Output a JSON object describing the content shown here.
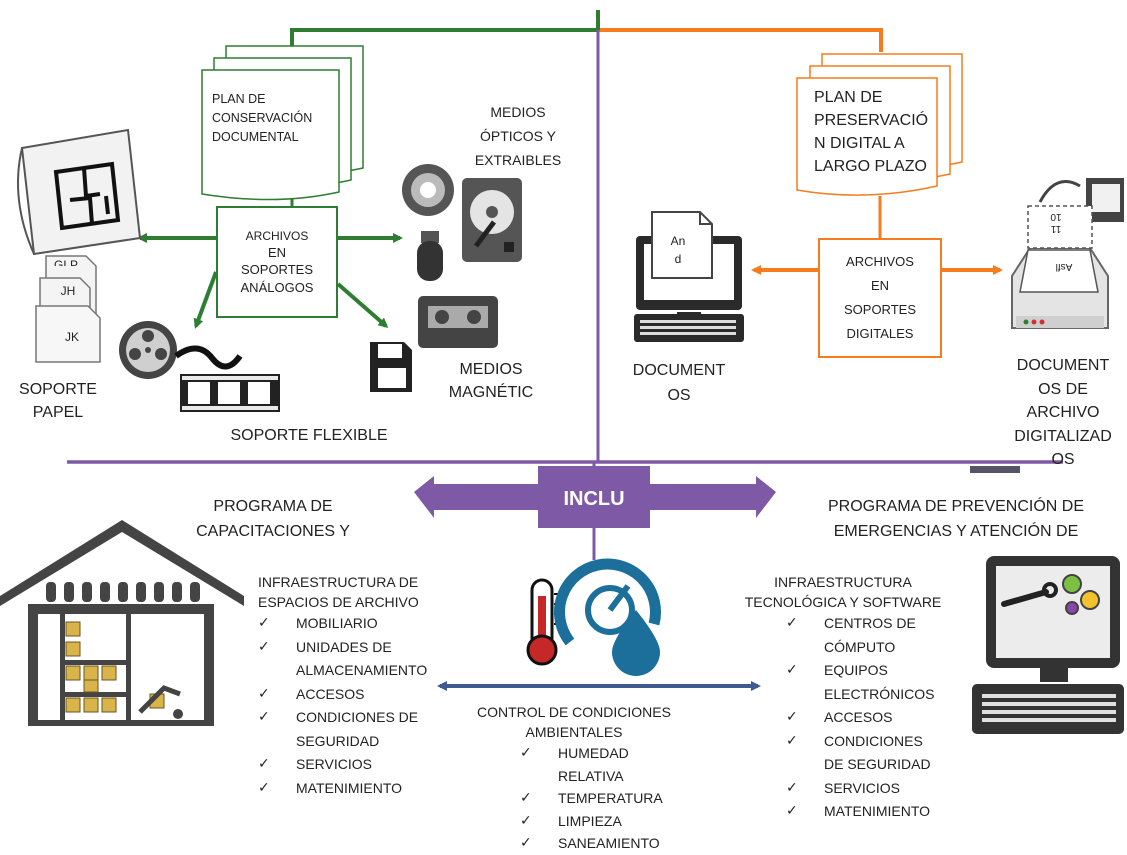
{
  "colors": {
    "green": "#2e7d32",
    "orange": "#f57c1f",
    "purple": "#7e5aa6",
    "navy_arrow": "#3e5a8e",
    "accent_blue": "#1b6f9a"
  },
  "top_left": {
    "plan_conservacion": [
      "PLAN DE",
      "CONSERVACIÓN",
      "DOCUMENTAL"
    ],
    "archivos_box": [
      "ARCHIVOS",
      "EN",
      "SOPORTES",
      "ANÁLOGOS"
    ],
    "medios_opticos": [
      "MEDIOS",
      "ÓPTICOS Y",
      "EXTRAIBLES"
    ],
    "medios_magneticos": [
      "MEDIOS",
      "MAGNÉTIC"
    ],
    "soporte_papel": [
      "SOPORTE",
      "PAPEL"
    ],
    "soporte_flexible": "SOPORTE FLEXIBLE",
    "papel_doc_labels": [
      "GLP",
      "JH",
      "JK"
    ]
  },
  "top_right": {
    "plan_preservacion": [
      "PLAN DE",
      "PRESERVACIÓ",
      "N DIGITAL A",
      "LARGO PLAZO"
    ],
    "archivos_box": [
      "ARCHIVOS",
      "EN",
      "SOPORTES",
      "DIGITALES"
    ],
    "documentos": [
      "DOCUMENT",
      "OS"
    ],
    "documentos_archivo": [
      "DOCUMENT",
      "OS DE",
      "ARCHIVO",
      "DIGITALIZAD",
      "OS"
    ],
    "monitor_doc_text": [
      "An",
      "d"
    ],
    "scanner_doc_text": [
      "11",
      "10"
    ],
    "scanner_page_text": "Asfl"
  },
  "center": {
    "banner": "INCLU"
  },
  "bottom_left": {
    "programa": [
      "PROGRAMA DE",
      "CAPACITACIONES Y"
    ],
    "infra_title": [
      "INFRAESTRUCTURA DE",
      "ESPACIOS DE ARCHIVO"
    ],
    "items": [
      "MOBILIARIO",
      "UNIDADES DE",
      "ALMACENAMIENTO",
      "ACCESOS",
      "CONDICIONES DE",
      "SEGURIDAD",
      "SERVICIOS",
      "MATENIMIENTO"
    ],
    "check_rows": [
      true,
      true,
      false,
      true,
      true,
      false,
      true,
      true
    ]
  },
  "bottom_center": {
    "title": [
      "CONTROL DE CONDICIONES",
      "AMBIENTALES"
    ],
    "items": [
      "HUMEDAD",
      "RELATIVA",
      "TEMPERATURA",
      "LIMPIEZA",
      "SANEAMIENTO"
    ],
    "check_rows": [
      true,
      false,
      true,
      true,
      true
    ]
  },
  "bottom_right": {
    "programa": [
      "PROGRAMA DE PREVENCIÓN DE",
      "EMERGENCIAS Y ATENCIÓN DE"
    ],
    "infra_title": [
      "INFRAESTRUCTURA",
      "TECNOLÓGICA Y SOFTWARE"
    ],
    "items": [
      "CENTROS DE",
      "CÓMPUTO",
      "EQUIPOS",
      "ELECTRÓNICOS",
      "ACCESOS",
      "CONDICIONES",
      "DE SEGURIDAD",
      "SERVICIOS",
      "MATENIMIENTO"
    ],
    "check_rows": [
      true,
      false,
      true,
      false,
      true,
      true,
      false,
      true,
      true
    ]
  },
  "check_symbol": "✓"
}
